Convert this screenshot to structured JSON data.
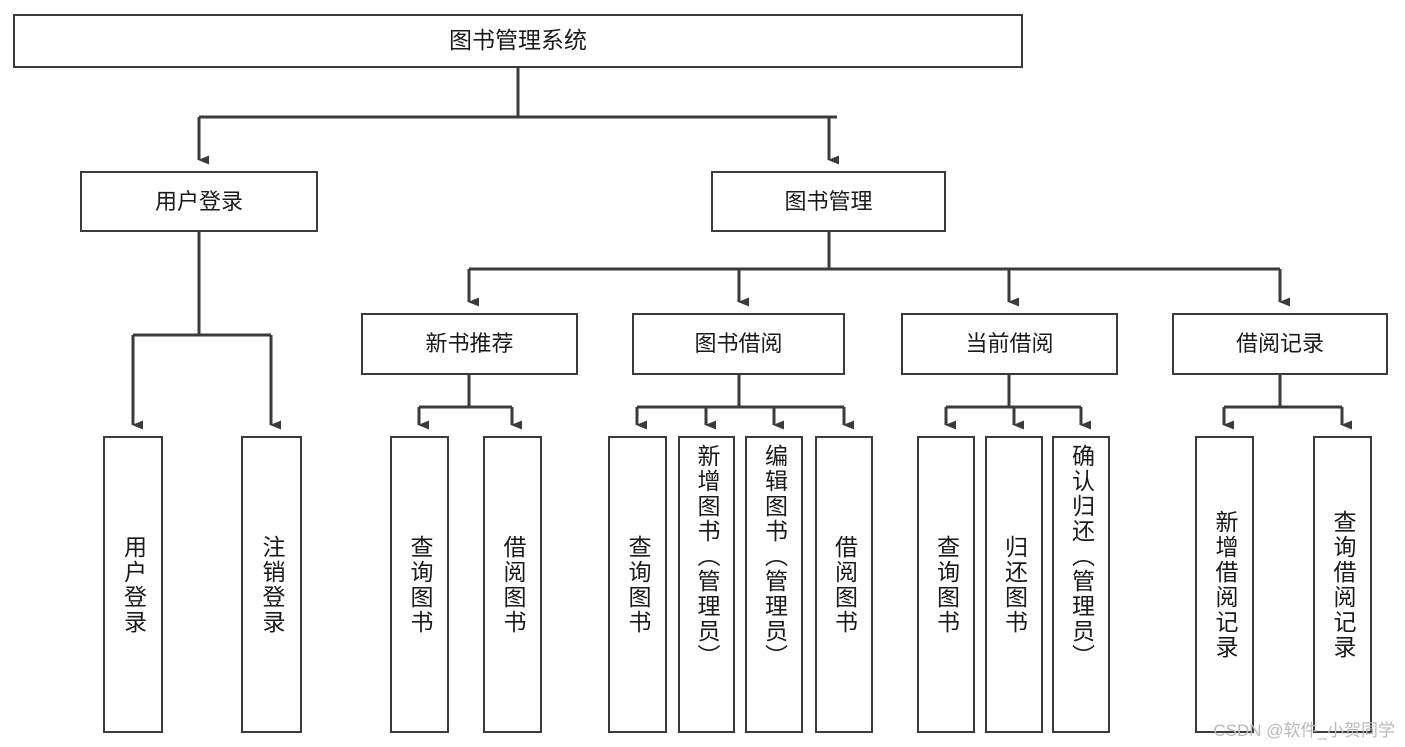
{
  "diagram": {
    "title": "图书管理系统",
    "type": "hierarchy-tree",
    "root": {
      "label": "图书管理系统"
    },
    "level2": [
      {
        "label": "用户登录"
      },
      {
        "label": "图书管理"
      }
    ],
    "level3": [
      {
        "label": "新书推荐"
      },
      {
        "label": "图书借阅"
      },
      {
        "label": "当前借阅"
      },
      {
        "label": "借阅记录"
      }
    ],
    "leaves": {
      "user_login": [
        {
          "label": "用户登录"
        },
        {
          "label": "注销登录"
        }
      ],
      "new_book_recommend": [
        {
          "label": "查询图书"
        },
        {
          "label": "借阅图书"
        }
      ],
      "book_borrow": [
        {
          "label": "查询图书"
        },
        {
          "label": "新增图书（管理员）"
        },
        {
          "label": "编辑图书（管理员）"
        },
        {
          "label": "借阅图书"
        }
      ],
      "current_borrow": [
        {
          "label": "查询图书"
        },
        {
          "label": "归还图书"
        },
        {
          "label": "确认归还（管理员）"
        }
      ],
      "borrow_record": [
        {
          "label": "新增借阅记录"
        },
        {
          "label": "查询借阅记录"
        }
      ]
    }
  },
  "watermark": {
    "text": "CSDN @软件_小贺同学"
  },
  "colors": {
    "stroke": "#3b3b3b",
    "background": "#ffffff",
    "text": "#1a1a1a",
    "watermark": "#b9b9b9"
  }
}
